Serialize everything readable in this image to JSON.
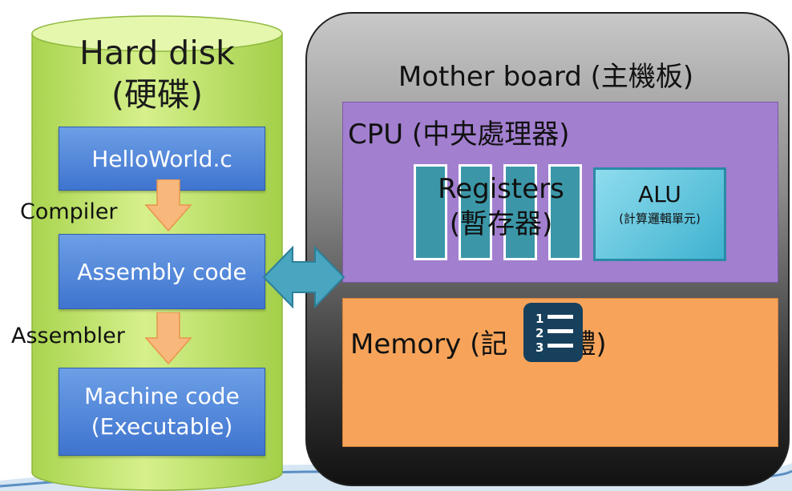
{
  "hard_disk": {
    "title": "Hard disk",
    "subtitle": "(硬碟)",
    "files": {
      "source": "HelloWorld.c",
      "assembly": "Assembly code",
      "machine_line1": "Machine code",
      "machine_line2": "(Executable)"
    },
    "steps": {
      "compile": "Compiler",
      "assemble": "Assembler"
    }
  },
  "mother_board": {
    "title": "Mother board (主機板)",
    "cpu": {
      "title": "CPU (中央處理器)",
      "registers_line1": "Registers",
      "registers_line2": "(暫存器)",
      "alu_name": "ALU",
      "alu_sub": "(計算邏輯單元)"
    },
    "memory": {
      "title_before": "Memory (記",
      "title_after": "體)"
    }
  },
  "icons": [
    "down-arrow-icon",
    "double-arrow-icon",
    "numbered-list-icon"
  ],
  "colors": {
    "disk_green": "#bfe36a",
    "file_blue": "#4f86d9",
    "cpu_purple": "#a27fcf",
    "register_teal": "#3b97a8",
    "alu_cyan": "#5cc6de",
    "memory_orange": "#f7a45a",
    "arrow_orange": "#f7b77a",
    "bus_arrow": "#4aa6c0"
  }
}
